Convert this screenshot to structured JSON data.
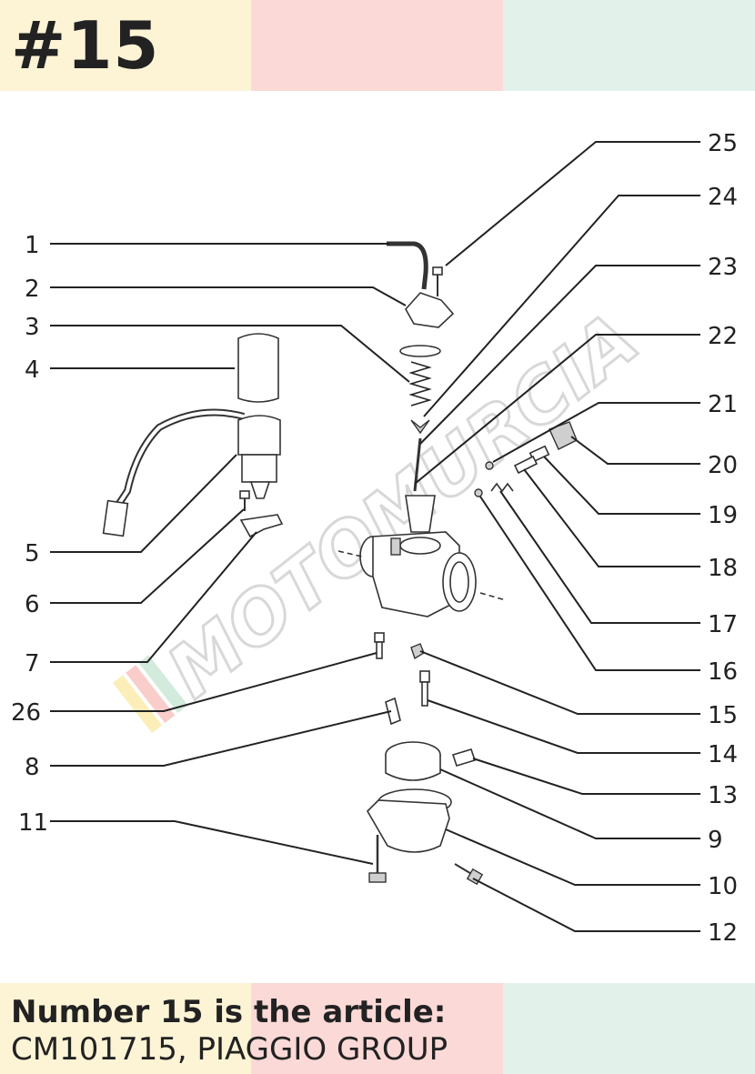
{
  "badge": {
    "text": "#15"
  },
  "footer": {
    "line1": "Number 15 is the article:",
    "line2": "CM101715, PIAGGIO GROUP"
  },
  "watermark": {
    "text": "MOTOMURCIA"
  },
  "colors": {
    "yellow": "#fdf4d6",
    "pink": "#fbd9d7",
    "green": "#e2f2ea",
    "text": "#222222"
  },
  "callouts": {
    "c1": "1",
    "c2": "2",
    "c3": "3",
    "c4": "4",
    "c5": "5",
    "c6": "6",
    "c7": "7",
    "c26": "26",
    "c8": "8",
    "c11": "11",
    "c25": "25",
    "c24": "24",
    "c23": "23",
    "c22": "22",
    "c21": "21",
    "c20": "20",
    "c19": "19",
    "c18": "18",
    "c17": "17",
    "c16": "16",
    "c15": "15",
    "c14": "14",
    "c13": "13",
    "c9": "9",
    "c10": "10",
    "c12": "12"
  }
}
